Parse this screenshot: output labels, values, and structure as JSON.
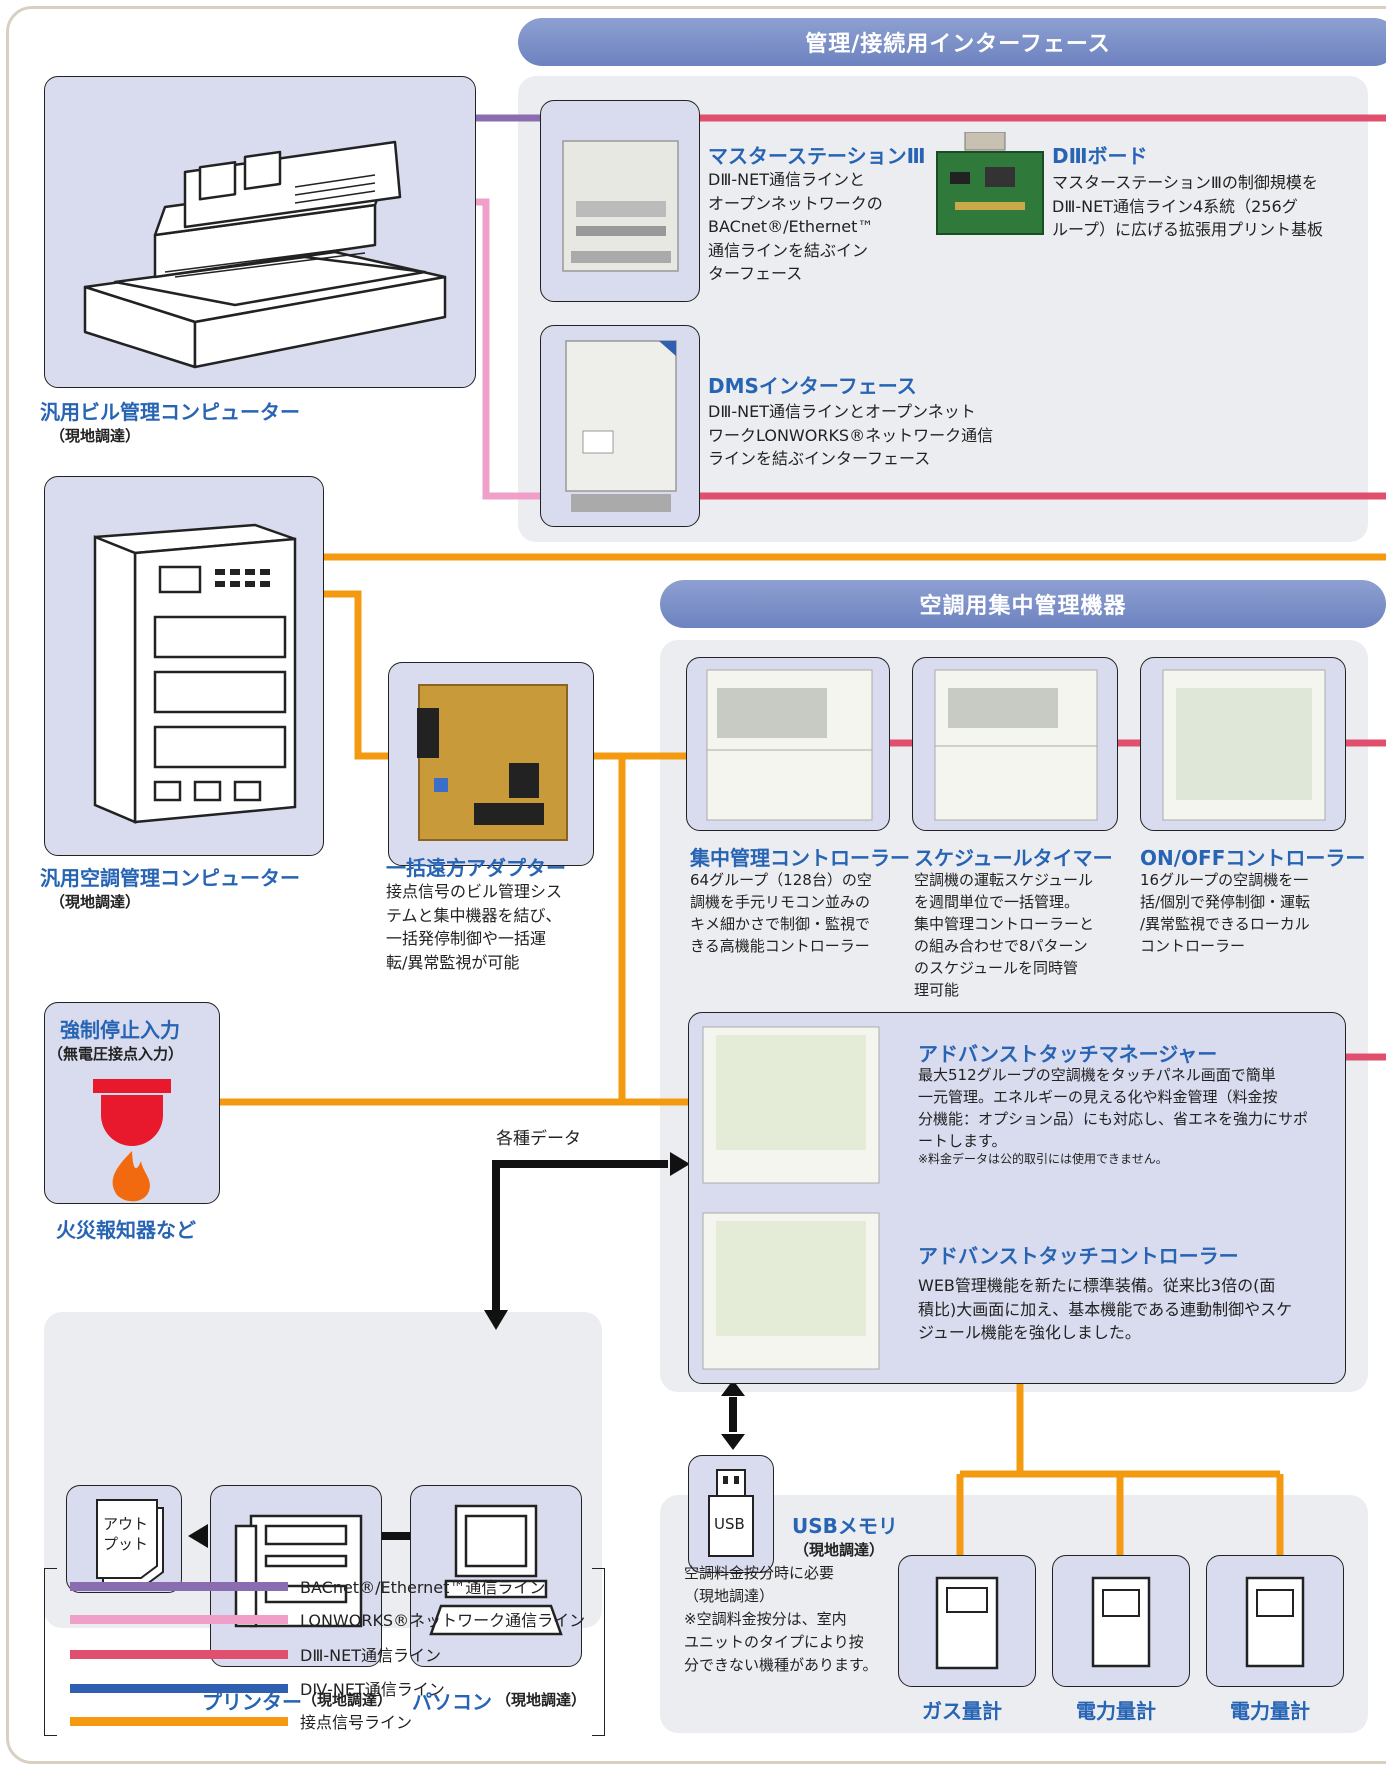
{
  "headers": {
    "interface": "管理/接続用インターフェース",
    "central": "空調用集中管理機器"
  },
  "building_pc": {
    "title": "汎用ビル管理コンピューター",
    "sub": "（現地調達）"
  },
  "hvac_pc": {
    "title": "汎用空調管理コンピューター",
    "sub": "（現地調達）"
  },
  "master_station": {
    "title": "マスターステーションⅢ",
    "lines": [
      "DⅢ-NET通信ラインと",
      "オープンネットワークの",
      "BACnet®/Ethernet™",
      "通信ラインを結ぶイン",
      "ターフェース"
    ]
  },
  "d3_board": {
    "title": "DⅢボード",
    "lines": [
      "マスターステーションⅢの制御規模を",
      "DⅢ-NET通信ライン4系統（256グ",
      "ループ）に広げる拡張用プリント基板"
    ]
  },
  "dms": {
    "title": "DMSインターフェース",
    "lines": [
      "DⅢ-NET通信ラインとオープンネット",
      "ワークLONWORKS®ネットワーク通信",
      "ラインを結ぶインターフェース"
    ]
  },
  "adapter": {
    "title": "一括遠方アダプター",
    "lines": [
      "接点信号のビル管理シス",
      "テムと集中機器を結び、",
      "一括発停制御や一括運",
      "転/異常監視が可能"
    ]
  },
  "central_controller": {
    "title": "集中管理コントローラー",
    "lines": [
      "64グループ（128台）の空",
      "調機を手元リモコン並みの",
      "キメ細かさで制御・監視で",
      "きる高機能コントローラー"
    ]
  },
  "schedule_timer": {
    "title": "スケジュールタイマー",
    "lines": [
      "空調機の運転スケジュール",
      "を週間単位で一括管理。",
      "集中管理コントローラーと",
      "の組み合わせで8パターン",
      "のスケジュールを同時管",
      "理可能"
    ]
  },
  "onoff": {
    "title": "ON/OFFコントローラー",
    "lines": [
      "16グループの空調機を一",
      "括/個別で発停制御・運転",
      "/異常監視できるローカル",
      "コントローラー"
    ]
  },
  "forced_stop": {
    "title": "強制停止入力",
    "sub": "（無電圧接点入力）",
    "caption": "火災報知器など"
  },
  "various_data": "各種データ",
  "atm": {
    "title": "アドバンストタッチマネージャー",
    "lines": [
      "最大512グループの空調機をタッチパネル画面で簡単",
      "一元管理。エネルギーの見える化や料金管理（料金按",
      "分機能：オプション品）にも対応し、省エネを強力にサポ",
      "ートします。"
    ],
    "note": "※料金データは公的取引には使用できません。"
  },
  "atc": {
    "title": "アドバンストタッチコントローラー",
    "lines": [
      "WEB管理機能を新たに標準装備。従来比3倍の(面",
      "積比)大画面に加え、基本機能である連動制御やスケ",
      "ジュール機能を強化しました。"
    ]
  },
  "output": {
    "line1": "アウト",
    "line2": "プット"
  },
  "printer": {
    "title": "プリンター",
    "sub": "（現地調達）"
  },
  "pc": {
    "title": "パソコン",
    "sub": "（現地調達）"
  },
  "usb": {
    "label": "USB",
    "title": "USBメモリ",
    "sub": "（現地調達）"
  },
  "meters": {
    "note_lines": [
      "空調料金按分時に必要",
      "（現地調達）",
      "※空調料金按分は、室内",
      "ユニットのタイプにより按",
      "分できない機種があります。"
    ],
    "gas": "ガス量計",
    "power1": "電力量計",
    "power2": "電力量計"
  },
  "legend": [
    {
      "label": "BACnet®/Ethernet™通信ライン",
      "color": "#8a6cb0"
    },
    {
      "label": "LONWORKS®ネットワーク通信ライン",
      "color": "#f0a0c8"
    },
    {
      "label": "DⅢ-NET通信ライン",
      "color": "#e0506e"
    },
    {
      "label": "DⅣ-NET通信ライン",
      "color": "#2f5fb0"
    },
    {
      "label": "接点信号ライン",
      "color": "#f39a10"
    }
  ]
}
